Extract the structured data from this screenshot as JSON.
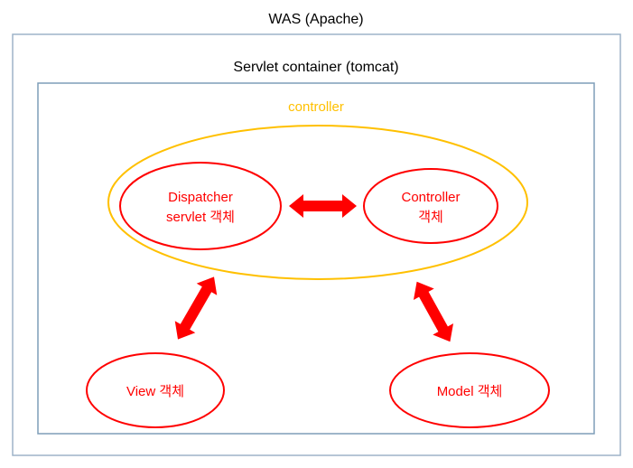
{
  "diagram": {
    "title": "WAS (Apache)",
    "subtitle": "Servlet container (tomcat)",
    "controller_label": "controller",
    "nodes": {
      "dispatcher": {
        "line1": "Dispatcher",
        "line2": "servlet 객체"
      },
      "controller": {
        "line1": "Controller",
        "line2": "객체"
      },
      "view": {
        "label": "View 객체"
      },
      "model": {
        "label": "Model 객체"
      }
    },
    "colors": {
      "outer_box_border": "#9db3c8",
      "inner_box_border": "#7f9db9",
      "controller": "#ffc000",
      "node": "#ff0000",
      "arrow": "#ff0000"
    }
  }
}
